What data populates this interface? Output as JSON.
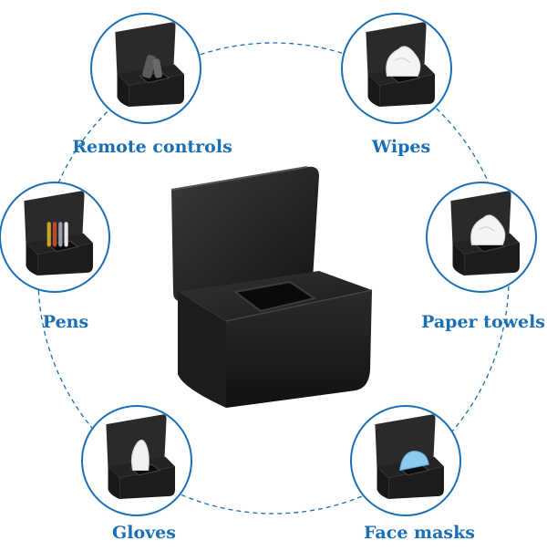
{
  "product": {
    "name": "wipes-dispenser-box",
    "color": "#1e1e1e",
    "accent_color": "#1a6fb5"
  },
  "usages": [
    {
      "label": "Remote controls",
      "content": "remote-control"
    },
    {
      "label": "Wipes",
      "content": "wipes"
    },
    {
      "label": "Pens",
      "content": "pens"
    },
    {
      "label": "Paper towels",
      "content": "paper-towels"
    },
    {
      "label": "Gloves",
      "content": "gloves"
    },
    {
      "label": "Face masks",
      "content": "face-masks"
    }
  ]
}
